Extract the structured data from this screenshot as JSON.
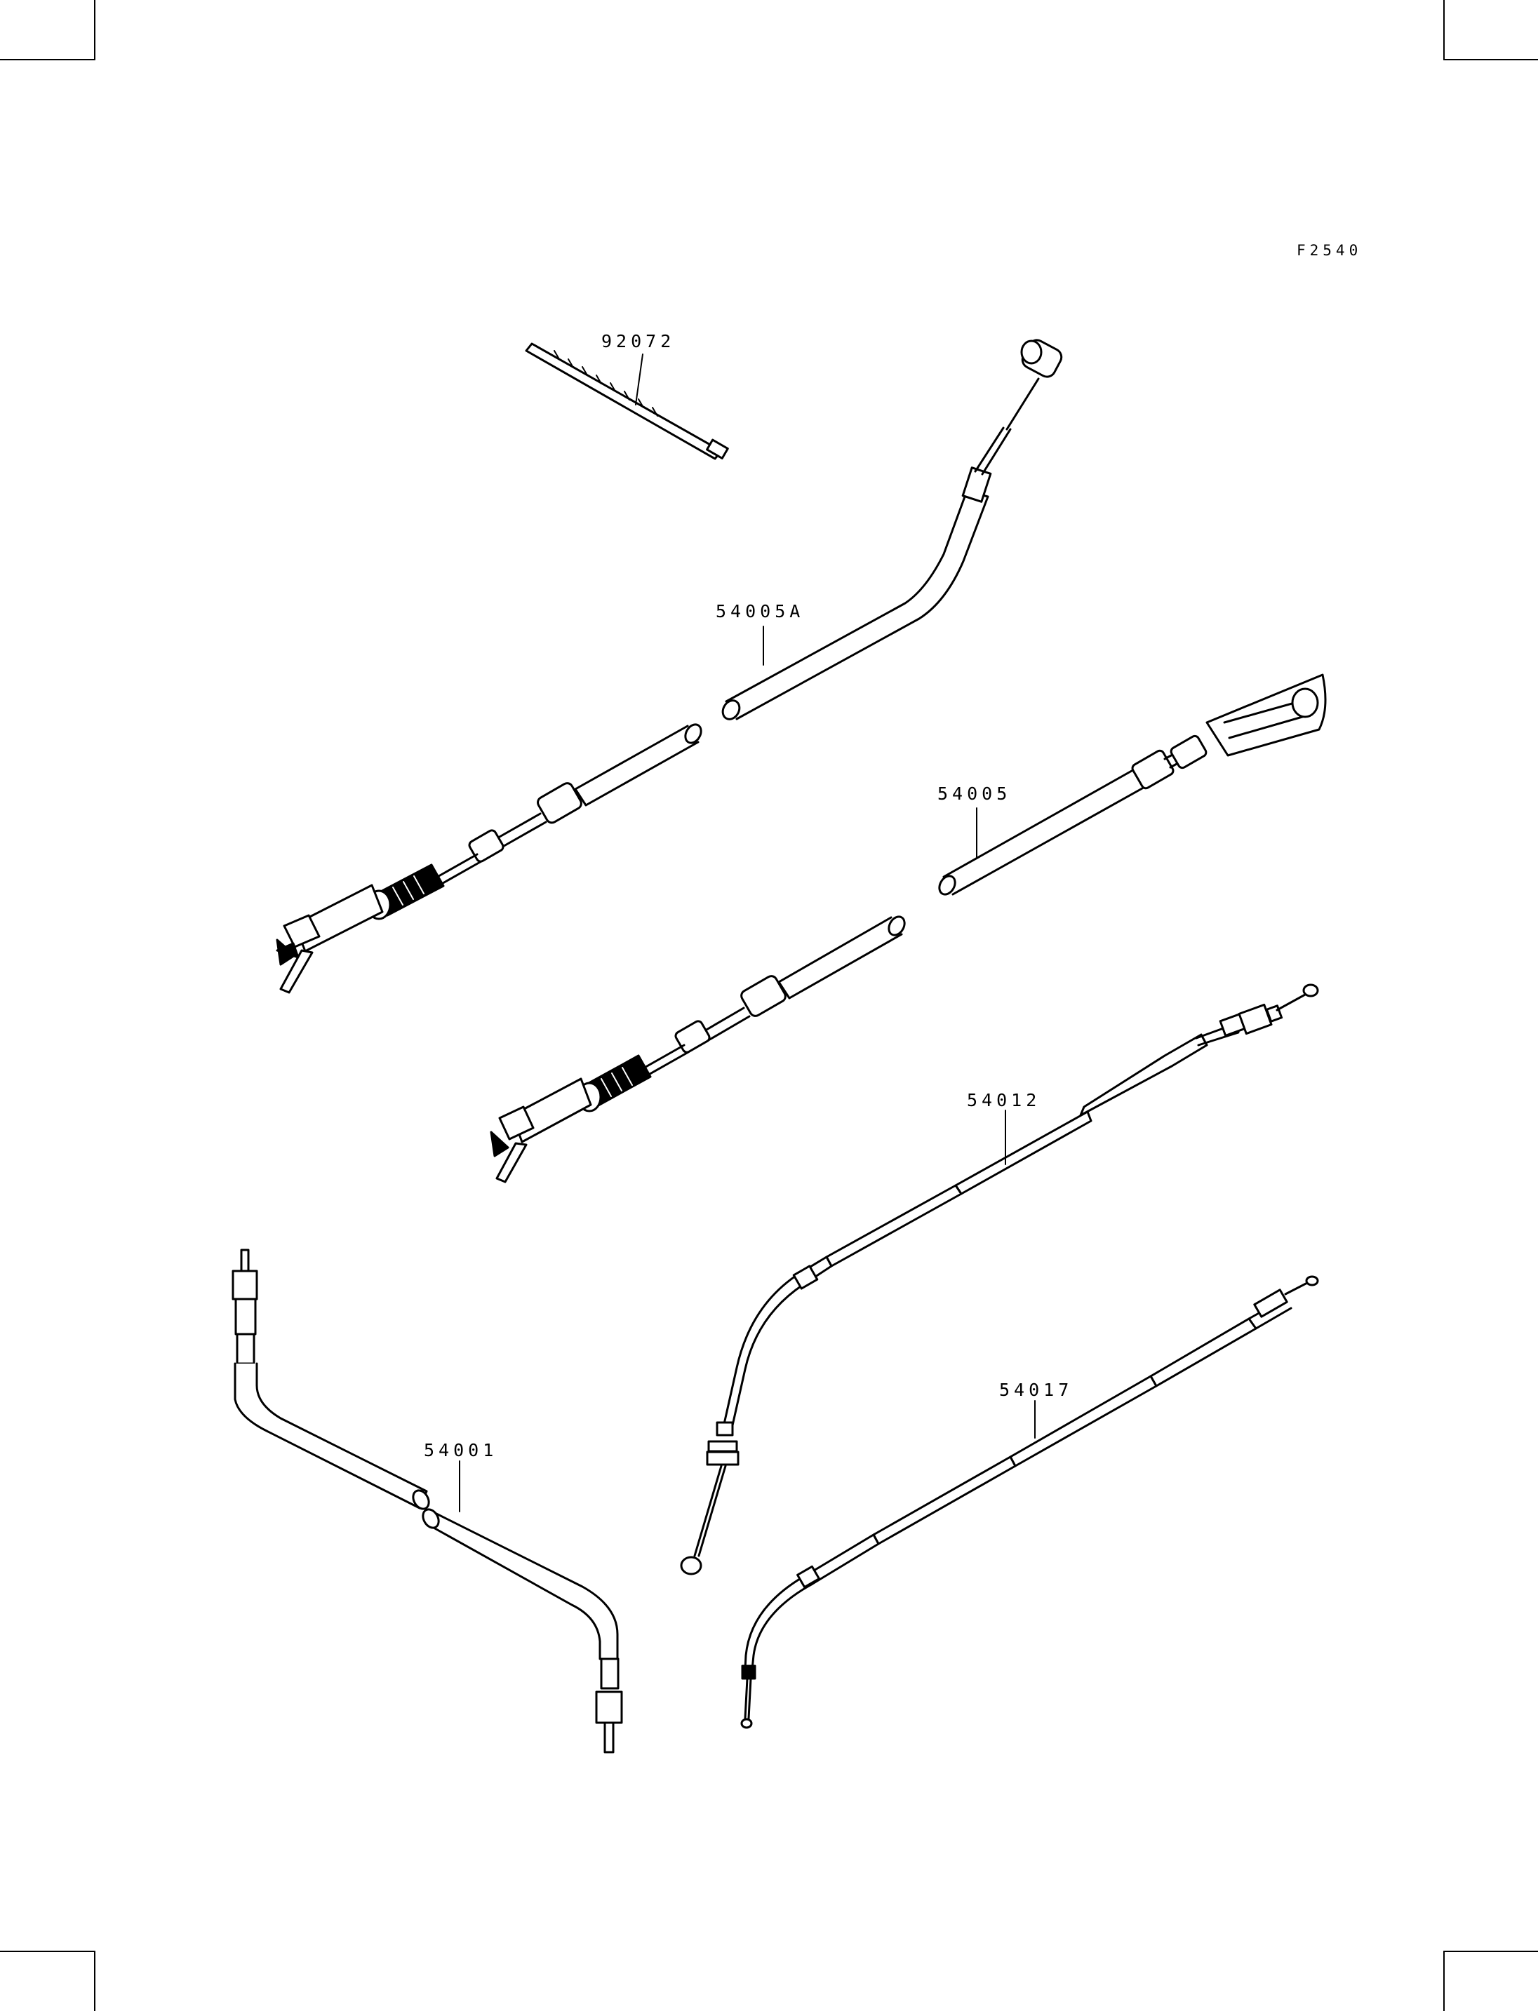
{
  "diagram": {
    "figure_code": "F2540",
    "parts": [
      {
        "id": "cable-tie",
        "part_number": "92072"
      },
      {
        "id": "brake-cable-a",
        "part_number": "54005A"
      },
      {
        "id": "brake-cable",
        "part_number": "54005"
      },
      {
        "id": "throttle-cable",
        "part_number": "54012"
      },
      {
        "id": "clutch-cable",
        "part_number": "54017"
      },
      {
        "id": "speedometer-cable",
        "part_number": "54001"
      }
    ]
  }
}
